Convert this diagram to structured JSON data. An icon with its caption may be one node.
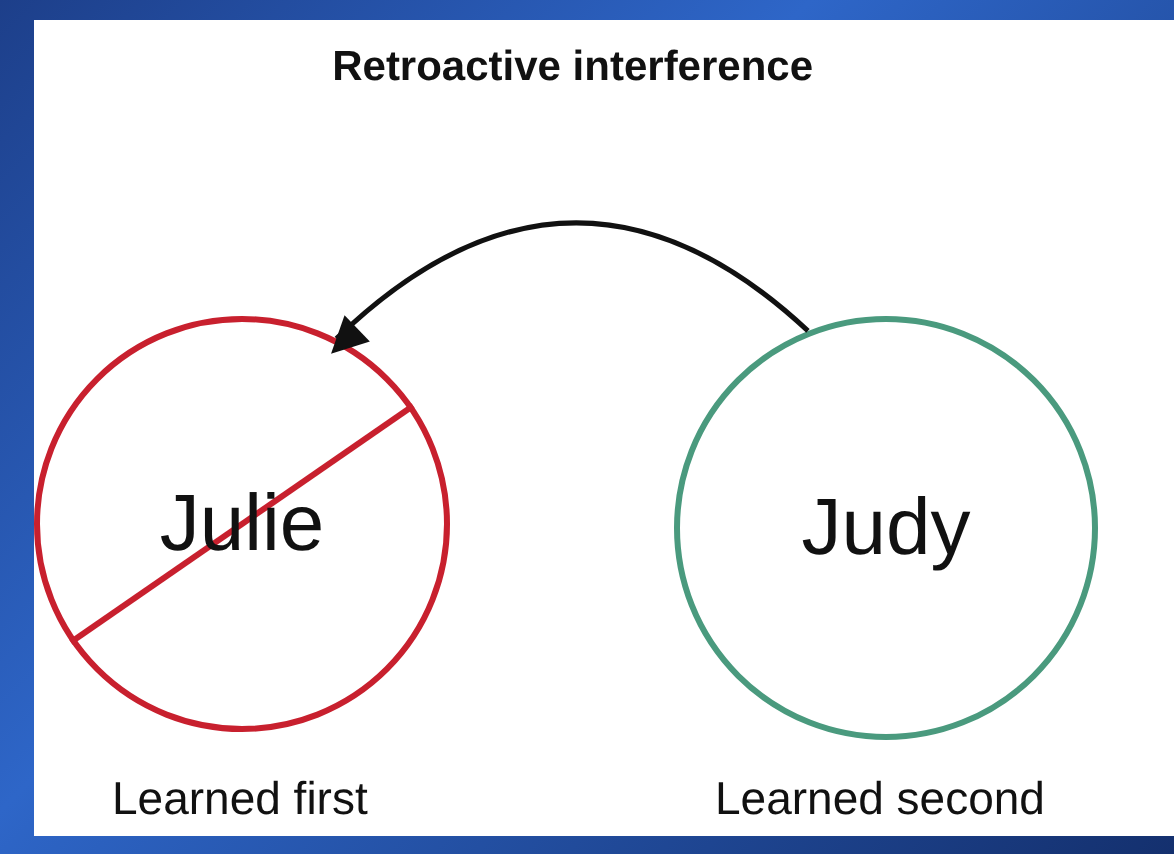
{
  "diagram": {
    "nodes": [
      {
        "text": [
          "Julie"
        ],
        "beside": [
          "Learned first"
        ]
      },
      {
        "text": [
          "Judy"
        ],
        "beside": [
          "Learned second"
        ]
      }
    ],
    "edges": [
      {
        "from": 1,
        "to": 0,
        "arrow": "to",
        "label": "Retroactive interference"
      }
    ]
  }
}
